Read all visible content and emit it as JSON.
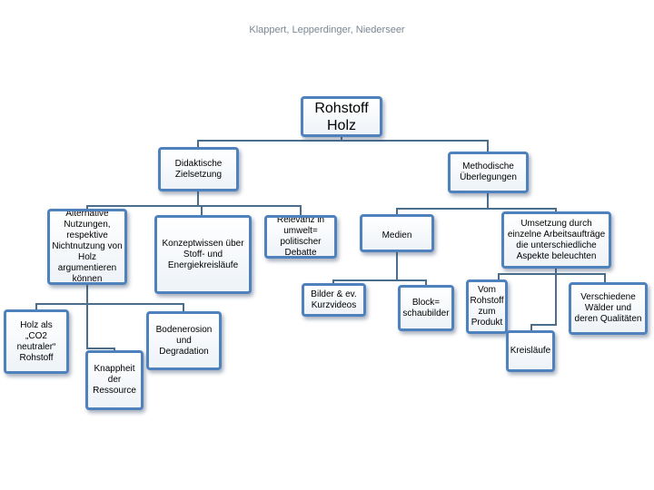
{
  "header": {
    "authors": "Klappert, Lepperdinger, Niederseer"
  },
  "diagram": {
    "root": "Rohstoff Holz",
    "didaktik": "Didaktische Zielsetzung",
    "methodik": "Methodische Überlegungen",
    "alternative": "Alternative Nutzungen, respektive Nichtnutzung von Holz argumentieren können",
    "konzept": "Konzeptwissen über Stoff- und Energiekreisläufe",
    "relevanz": "Relevanz in umwelt= politischer Debatte",
    "medien": "Medien",
    "umsetzung": "Umsetzung durch einzelne Arbeitsaufträge die unterschiedliche Aspekte beleuchten",
    "holz_co2": "Holz als „CO2 neutraler“ Rohstoff",
    "knappheit": "Knappheit der Ressource",
    "bodenerosion": "Bodenerosion und Degradation",
    "bilder": "Bilder & ev. Kurzvideos",
    "block": "Block= schaubilder",
    "vom_rohstoff": "Vom Rohstoff zum Produkt",
    "kreislaeufe": "Kreisläufe",
    "waelder": "Verschiedene Wälder und deren Qualitäten"
  },
  "colors": {
    "border": "#4f81bd",
    "connector": "#4a6e8c",
    "header": "#7a8794"
  }
}
